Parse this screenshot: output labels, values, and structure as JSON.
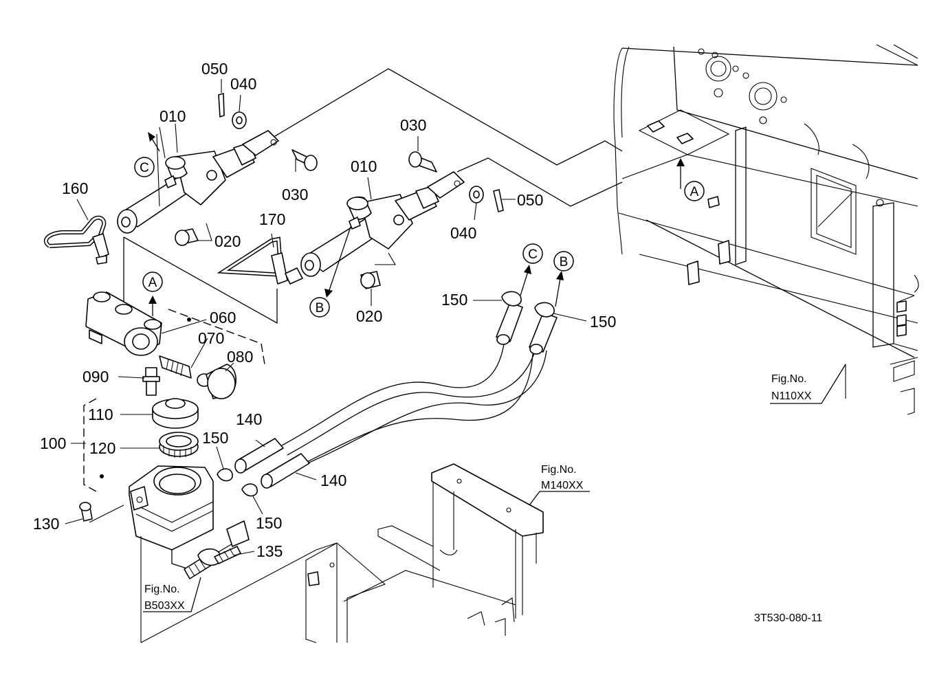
{
  "labels": {
    "050_top": "050",
    "040_top": "040",
    "010_left": "010",
    "030_top": "030",
    "160": "160",
    "020_left": "020",
    "030_right": "030",
    "010_right": "010",
    "050_right": "050",
    "040_right": "040",
    "170": "170",
    "020_right": "020",
    "060": "060",
    "070": "070",
    "080": "080",
    "090": "090",
    "150_a": "150",
    "150_b": "150",
    "150_c": "150",
    "150_d": "150",
    "110": "110",
    "100": "100",
    "120": "120",
    "140_a": "140",
    "140_b": "140",
    "130": "130",
    "135": "135"
  },
  "markers": {
    "c_left": "C",
    "a_left": "A",
    "b_mid": "B",
    "c_right": "C",
    "b_right": "B",
    "a_frame": "A"
  },
  "fig_refs": {
    "n110_title": "Fig.No.",
    "n110_code": "N110XX",
    "m140_title": "Fig.No.",
    "m140_code": "M140XX",
    "b503_title": "Fig.No.",
    "b503_code": "B503XX"
  },
  "drawing_code": "3T530-080-11"
}
